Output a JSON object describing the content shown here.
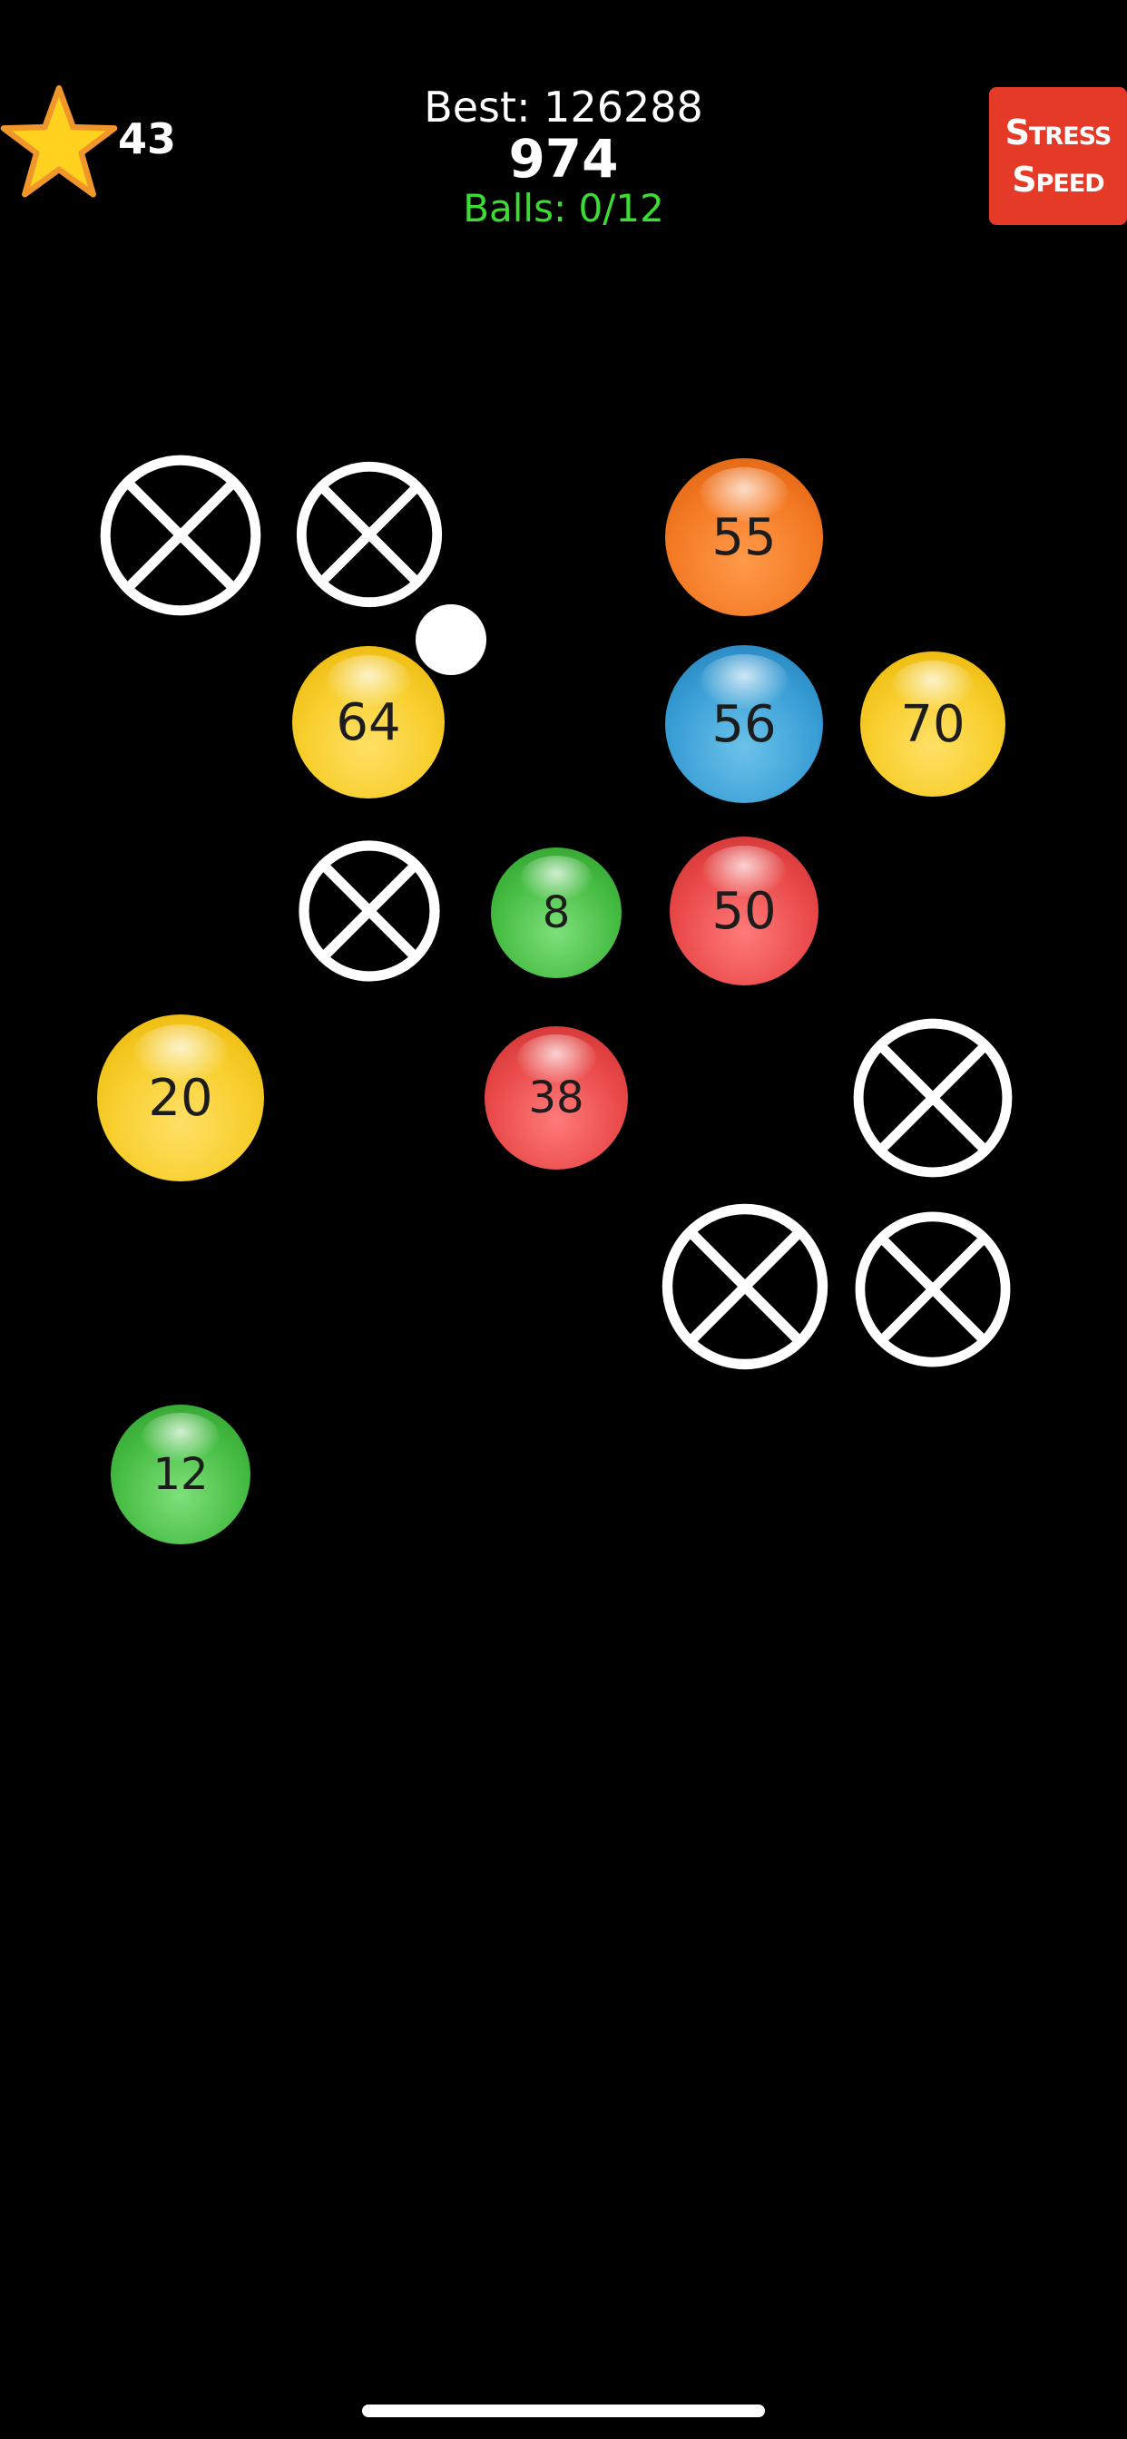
{
  "hud": {
    "star_count": "43",
    "best_label": "Best: 126288",
    "current_score": "974",
    "balls_label": "Balls: 0/12",
    "stress_line1": "Stress",
    "stress_line2": "Speed"
  },
  "balls": [
    {
      "value": "55",
      "color": "orange"
    },
    {
      "value": "64",
      "color": "yellow"
    },
    {
      "value": "56",
      "color": "blue"
    },
    {
      "value": "70",
      "color": "yellow"
    },
    {
      "value": "8",
      "color": "green"
    },
    {
      "value": "50",
      "color": "red"
    },
    {
      "value": "20",
      "color": "yellow"
    },
    {
      "value": "38",
      "color": "red"
    },
    {
      "value": "12",
      "color": "green"
    }
  ],
  "colors": {
    "background": "#000000",
    "balls_text": "#3ddc34",
    "stress_button": "#e53a27",
    "star_fill": "#ffd21f",
    "star_outline": "#f0962a"
  }
}
